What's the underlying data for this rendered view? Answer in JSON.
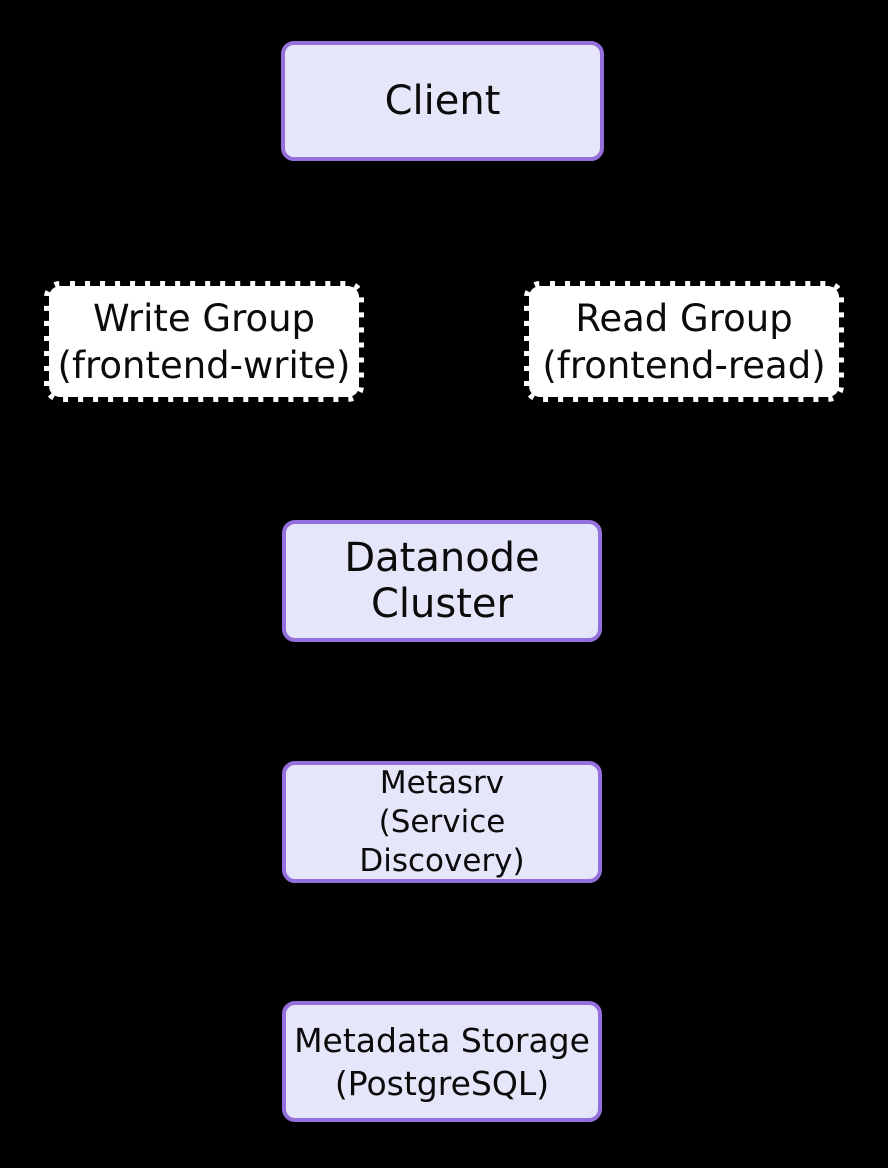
{
  "diagram": {
    "type": "flowchart",
    "background_color": "#000000",
    "colors": {
      "node_fill": "#E6E6FA",
      "node_stroke": "#9370DB",
      "dashed_node_fill": "#FFFFFF",
      "dashed_node_stroke": "#000000",
      "text_color": "#0B0B0B"
    },
    "nodes": {
      "client": {
        "label": "Client",
        "lines": [
          "Client"
        ],
        "variant": "solid"
      },
      "write_group": {
        "label": "Write Group (frontend-write)",
        "lines": [
          "Write Group",
          "(frontend-write)"
        ],
        "variant": "dashed"
      },
      "read_group": {
        "label": "Read Group (frontend-read)",
        "lines": [
          "Read Group",
          "(frontend-read)"
        ],
        "variant": "dashed"
      },
      "datanode_cluster": {
        "label": "Datanode Cluster",
        "lines": [
          "Datanode",
          "Cluster"
        ],
        "variant": "solid"
      },
      "metasrv": {
        "label": "Metasrv (Service Discovery)",
        "lines": [
          "Metasrv",
          "(Service",
          "Discovery)"
        ],
        "variant": "solid"
      },
      "metadata_storage": {
        "label": "Metadata Storage (PostgreSQL)",
        "lines": [
          "Metadata Storage",
          "(PostgreSQL)"
        ],
        "variant": "solid"
      }
    }
  }
}
